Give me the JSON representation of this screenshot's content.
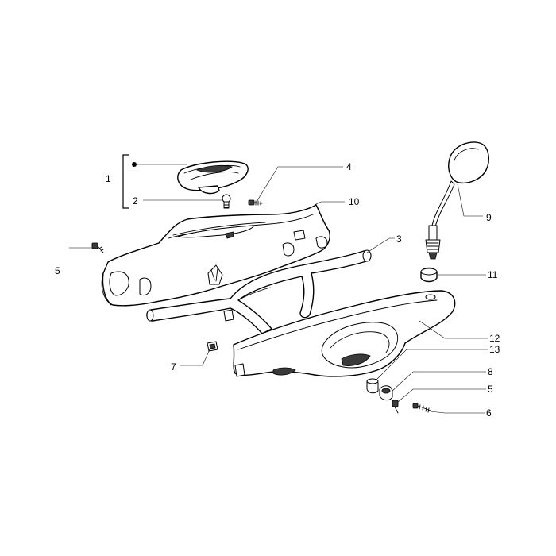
{
  "callouts": [
    {
      "id": "c1",
      "label": "1"
    },
    {
      "id": "c2",
      "label": "2"
    },
    {
      "id": "c4",
      "label": "4"
    },
    {
      "id": "c10",
      "label": "10"
    },
    {
      "id": "c5a",
      "label": "5"
    },
    {
      "id": "c3",
      "label": "3"
    },
    {
      "id": "c9",
      "label": "9"
    },
    {
      "id": "c11",
      "label": "11"
    },
    {
      "id": "c12",
      "label": "12"
    },
    {
      "id": "c13",
      "label": "13"
    },
    {
      "id": "c7",
      "label": "7"
    },
    {
      "id": "c8",
      "label": "8"
    },
    {
      "id": "c5b",
      "label": "5"
    },
    {
      "id": "c6",
      "label": "6"
    }
  ]
}
